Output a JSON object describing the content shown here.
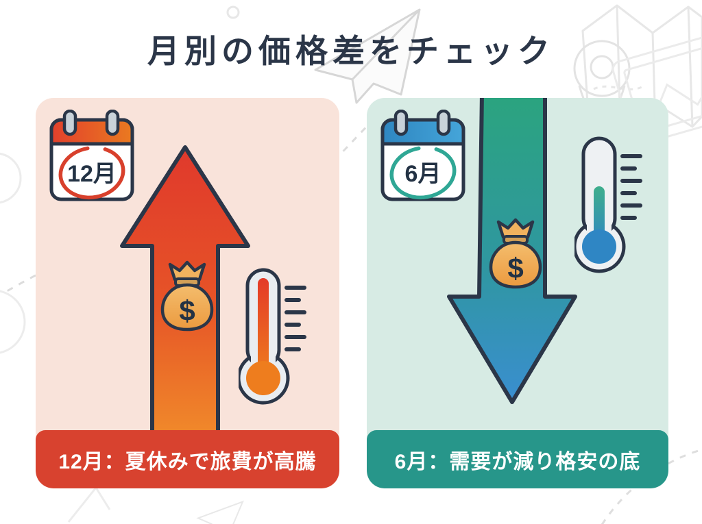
{
  "title": "月別の価格差をチェック",
  "panels": [
    {
      "id": "december-expensive",
      "month_label": "12月",
      "caption": "12月：夏休みで旅費が高騰",
      "currency_symbol": "$",
      "trend": "up",
      "icons": [
        "calendar-icon",
        "arrow-up-icon",
        "money-bag-icon",
        "thermometer-high-icon"
      ],
      "colors": {
        "panel_bg": "#f9e3da",
        "caption_bg": "#d8422f",
        "arrow_gradient_top": "#e0392c",
        "arrow_gradient_bottom": "#f0882a",
        "calendar_header_left": "#e2402c",
        "calendar_header_right": "#ea7a20",
        "month_circle": "#d8402c",
        "thermometer_mercury_top": "#e43a28",
        "thermometer_mercury_bottom": "#ee7d1e"
      }
    },
    {
      "id": "june-cheap",
      "month_label": "6月",
      "caption": "6月：需要が減り格安の底",
      "currency_symbol": "$",
      "trend": "down",
      "icons": [
        "calendar-icon",
        "arrow-down-icon",
        "money-bag-icon",
        "thermometer-low-icon"
      ],
      "colors": {
        "panel_bg": "#d7ebe4",
        "caption_bg": "#27968a",
        "arrow_gradient_top": "#2ba47e",
        "arrow_gradient_bottom": "#3a8ed0",
        "calendar_header_left": "#2e86c1",
        "calendar_header_right": "#45a5d9",
        "month_circle": "#2fa795",
        "thermometer_mercury_top": "#3fae8c",
        "thermometer_mercury_bottom": "#2f86c4"
      }
    }
  ],
  "shared_colors": {
    "background": "#ffffff",
    "title_text": "#2b3648",
    "outline": "#2b3648",
    "money_bag": "#f0ae5c",
    "caption_text": "#ffffff",
    "doodle_line": "#e2e2e2"
  }
}
